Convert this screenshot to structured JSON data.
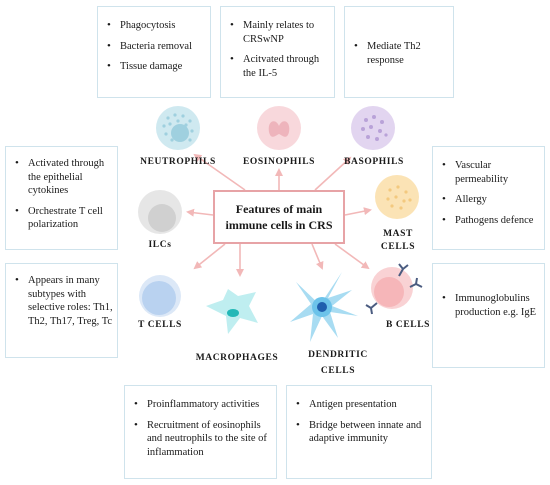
{
  "center": {
    "line1": "Features of main",
    "line2": "immune cells in CRS"
  },
  "cells": {
    "neutrophils": "NEUTROPHILS",
    "eosinophils": "EOSINOPHILS",
    "basophils": "BASOPHILS",
    "ilcs": "ILCs",
    "mast_line1": "MAST",
    "mast_line2": "CELLS",
    "t_cells": "T CELLS",
    "b_cells": "B CELLS",
    "macrophages": "MACROPHAGES",
    "dendritic_line1": "DENDRITIC",
    "dendritic_line2": "CELLS"
  },
  "boxes": {
    "neutrophils": [
      "Phagocytosis",
      "Bacteria removal",
      "Tissue damage"
    ],
    "eosinophils": [
      "Mainly relates to CRSwNP",
      "Acitvated through the IL-5"
    ],
    "basophils": [
      "Mediate Th2 response"
    ],
    "ilcs": [
      "Activated through the epithelial cytokines",
      "Orchestrate T cell polarization"
    ],
    "mast_cells": [
      "Vascular permeability",
      "Allergy",
      "Pathogens defence"
    ],
    "t_cells": [
      "Appears in many subtypes with selective roles: Th1, Th2, Th17, Treg, Tc"
    ],
    "b_cells": [
      "Immunoglobulins production e.g. IgE"
    ],
    "macrophages": [
      "Proinflammatory activities",
      "Recruitment of eosinophils and neutrophils to the site of inflammation"
    ],
    "dendritic_cells": [
      "Antigen presentation",
      "Bridge between innate and adaptive immunity"
    ]
  },
  "colors": {
    "box_border": "#cfe3ec",
    "center_border": "#e7a3a6",
    "arrow": "#f2b8b8",
    "neutrophil": "#cfe9f0",
    "eosinophil": "#f8d8dc",
    "basophil": "#e2d5f0",
    "ilc": "#dcdcdc",
    "mast": "#fbe3b5",
    "t_cell": "#c9dcf3",
    "b_cell": "#f9d2d4",
    "macrophage": "#bfeef0",
    "dendritic": "#b3e1f5"
  }
}
